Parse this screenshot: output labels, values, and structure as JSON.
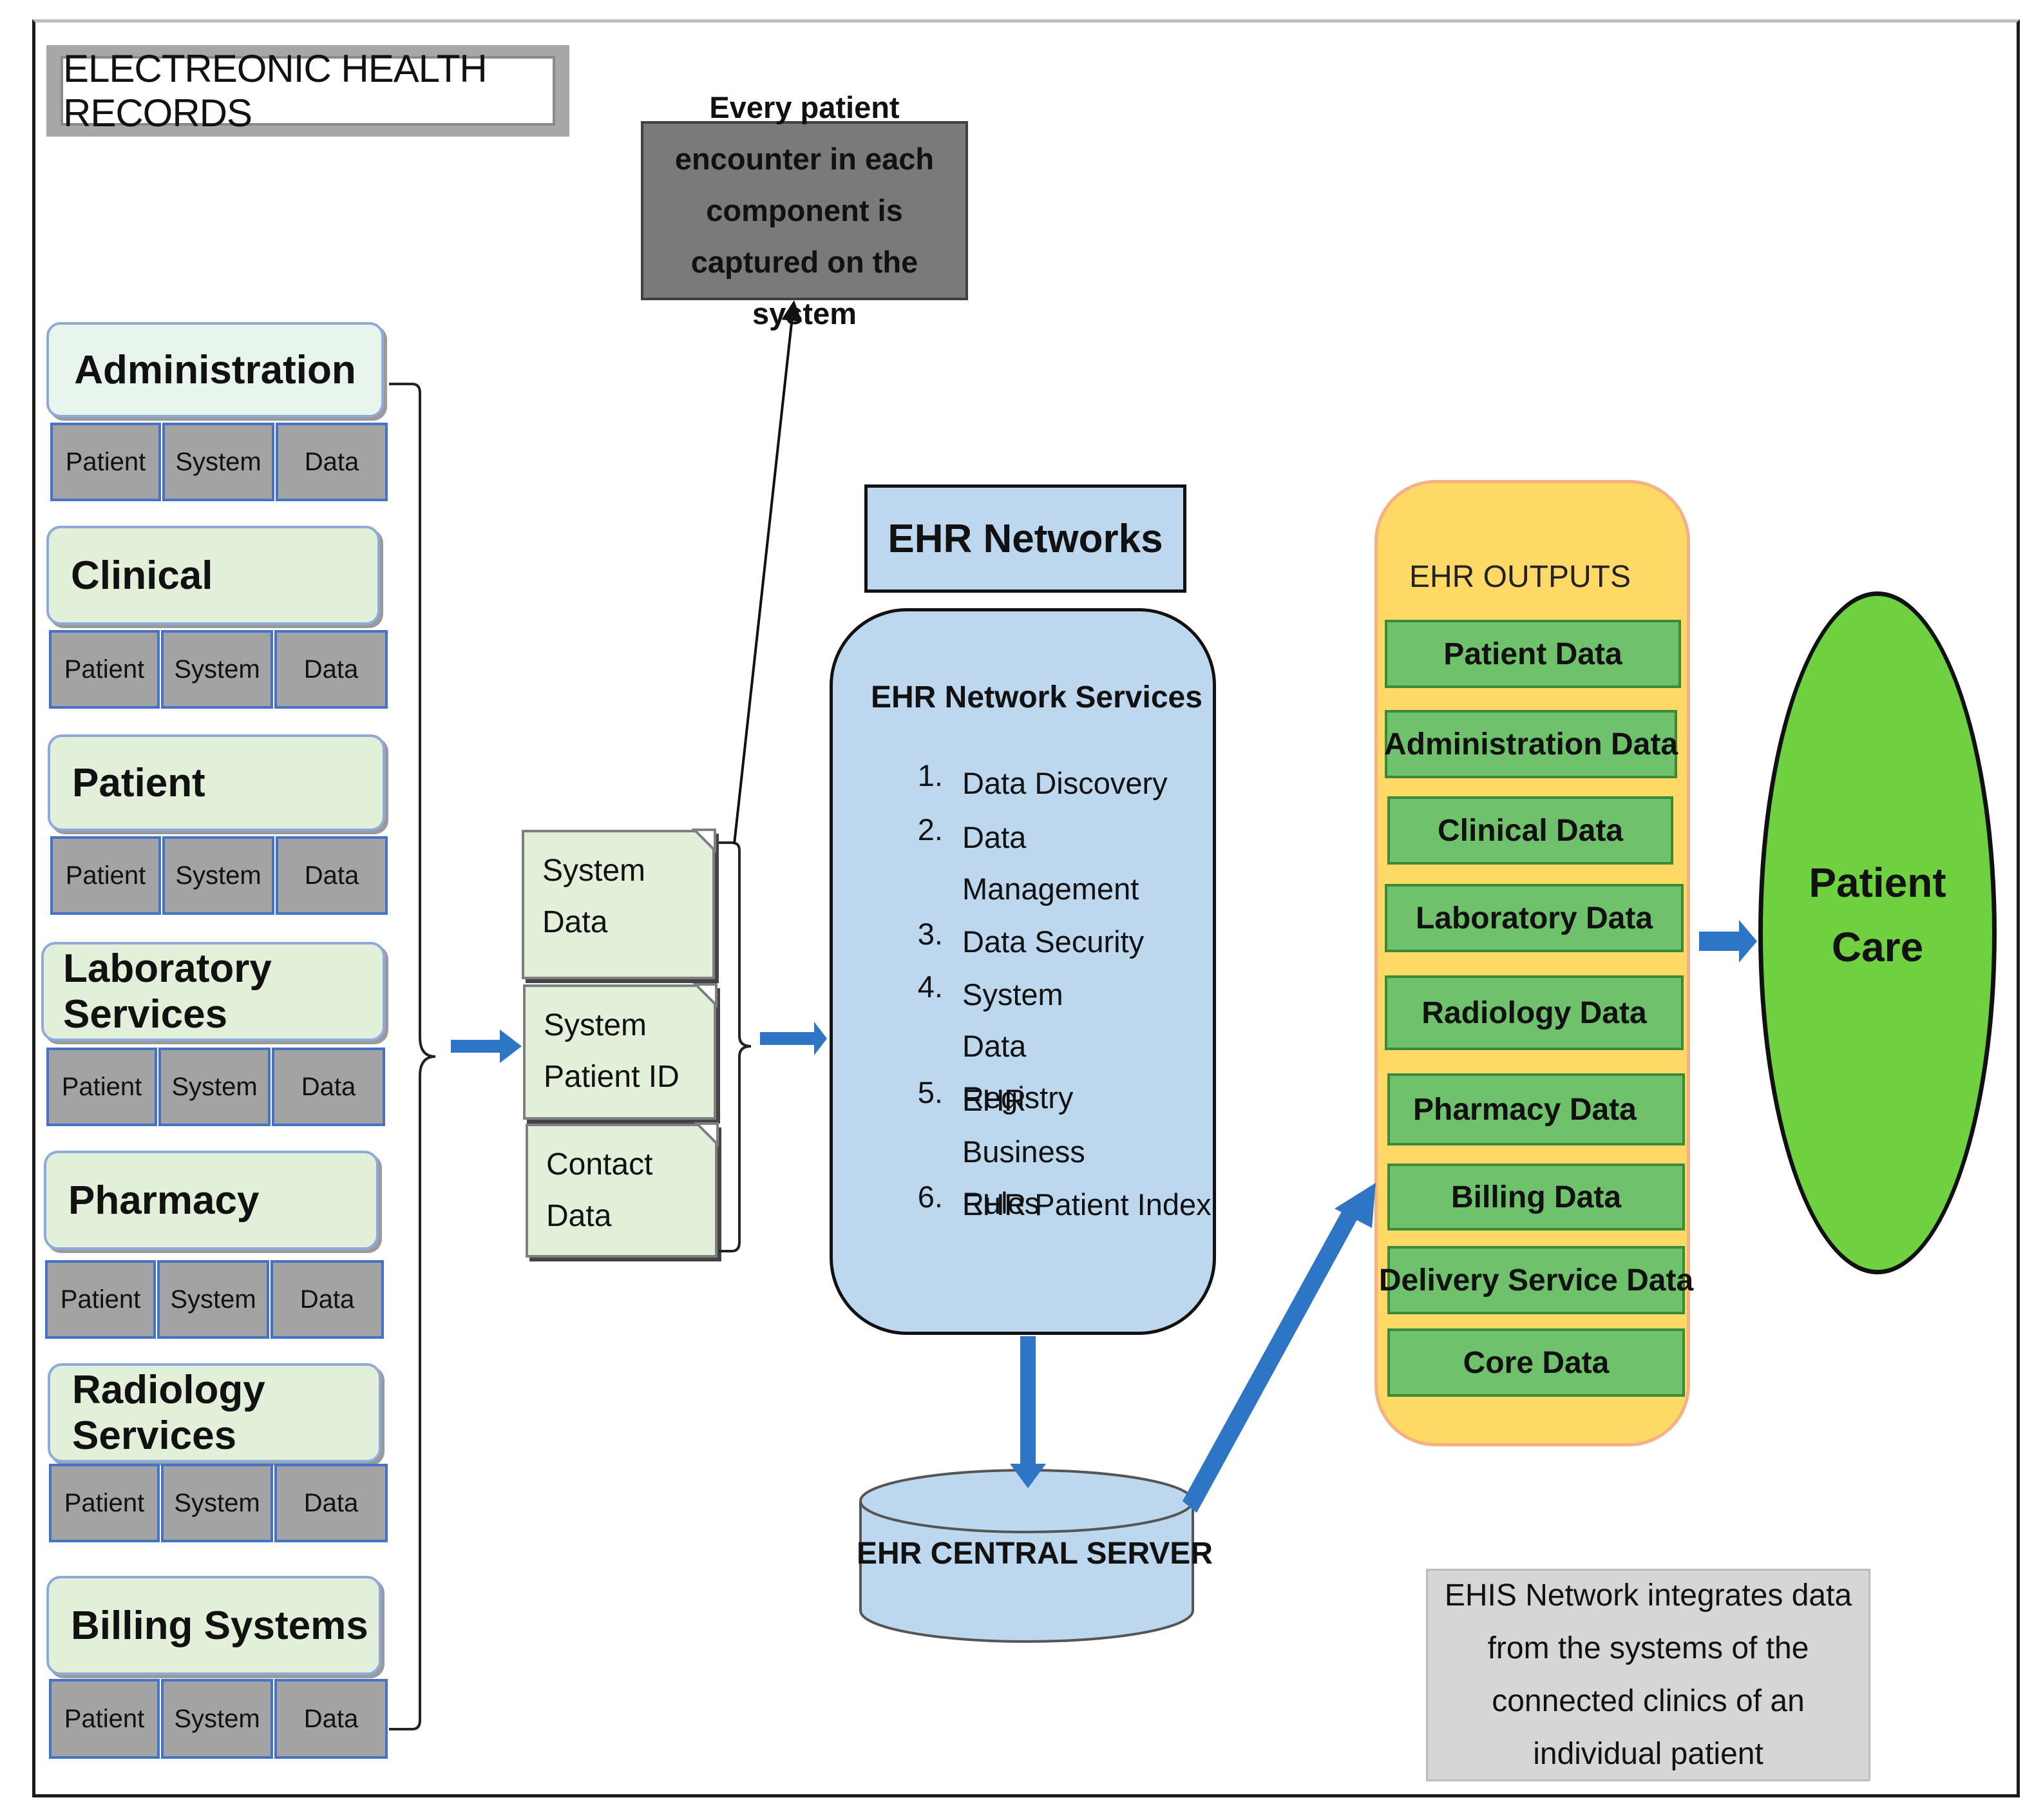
{
  "title": "ELECTREONIC HEALTH RECORDS",
  "note": "Every patient encounter in each component is captured on the system",
  "components": [
    {
      "name": "Administration",
      "cells": [
        "Patient",
        "System",
        "Data"
      ]
    },
    {
      "name": "Clinical",
      "cells": [
        "Patient",
        "System",
        "Data"
      ]
    },
    {
      "name": "Patient",
      "cells": [
        "Patient",
        "System",
        "Data"
      ]
    },
    {
      "name": "Laboratory Services",
      "cells": [
        "Patient",
        "System",
        "Data"
      ]
    },
    {
      "name": "Pharmacy",
      "cells": [
        "Patient",
        "System",
        "Data"
      ]
    },
    {
      "name": "Radiology Services",
      "cells": [
        "Patient",
        "System",
        "Data"
      ]
    },
    {
      "name": "Billing Systems",
      "cells": [
        "Patient",
        "System",
        "Data"
      ]
    }
  ],
  "documents": [
    {
      "line1": "System",
      "line2": "Data"
    },
    {
      "line1": "System",
      "line2": "Patient ID"
    },
    {
      "line1": "Contact",
      "line2": "Data"
    }
  ],
  "network": {
    "title": "EHR Networks",
    "heading": "EHR Network Services",
    "services": [
      {
        "num": "1.",
        "text": "Data Discovery"
      },
      {
        "num": "2.",
        "text": "Data Management"
      },
      {
        "num": "3.",
        "text": "Data Security"
      },
      {
        "num": "4.",
        "text": "System Data Registry"
      },
      {
        "num": "5.",
        "text": "EHR Business Rules"
      },
      {
        "num": "6.",
        "text": "EHR Patient Index"
      }
    ]
  },
  "server": "EHR CENTRAL SERVER",
  "outputs": {
    "label": "EHR OUTPUTS",
    "items": [
      "Patient Data",
      "Administration Data",
      "Clinical Data",
      "Laboratory Data",
      "Radiology Data",
      "Pharmacy Data",
      "Billing Data",
      "Delivery Service Data",
      "Core Data"
    ]
  },
  "care": {
    "line1": "Patient",
    "line2": "Care"
  },
  "footnote": "EHIS Network integrates data from the systems of the connected clinics of an individual patient",
  "colors": {
    "component_fill": "#e2f0d9",
    "cell_fill": "#a3a3a3",
    "cell_border": "#4472c4",
    "network_fill": "#bdd7ee",
    "arrow_blue": "#2e75c6",
    "outputs_fill": "#ffd966",
    "output_item_fill": "#70c16c",
    "care_fill": "#6fd13f"
  }
}
